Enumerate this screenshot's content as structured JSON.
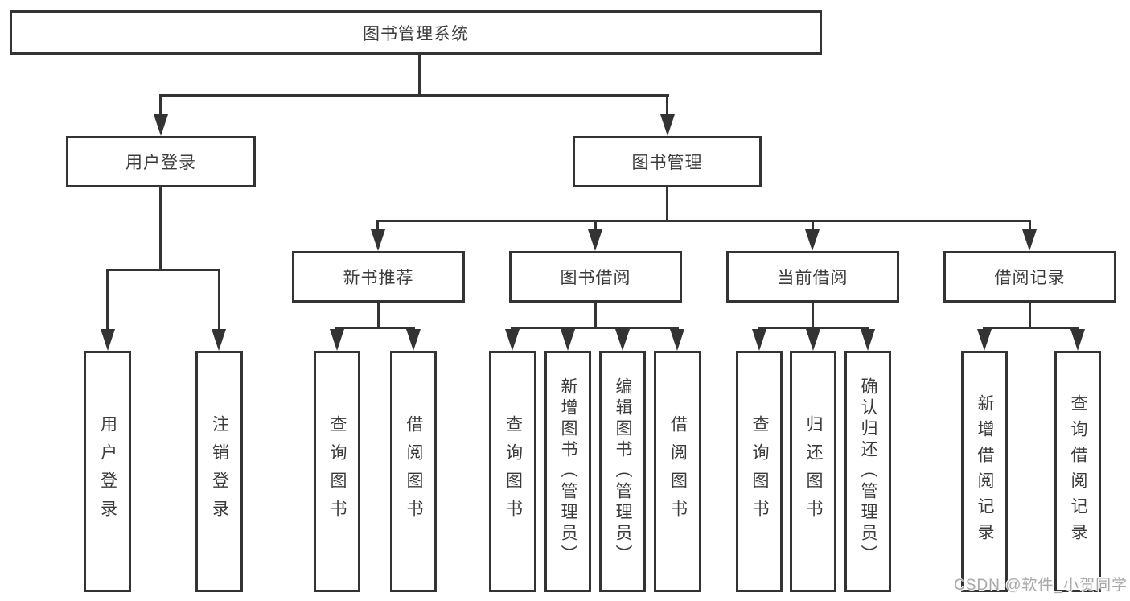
{
  "diagram": {
    "root": {
      "label": "图书管理系统"
    },
    "branches": [
      {
        "label": "用户登录",
        "leaves": [
          {
            "label": "用户登录"
          },
          {
            "label": "注销登录"
          }
        ]
      },
      {
        "label": "图书管理",
        "groups": [
          {
            "label": "新书推荐",
            "leaves": [
              {
                "label": "查询图书"
              },
              {
                "label": "借阅图书"
              }
            ]
          },
          {
            "label": "图书借阅",
            "leaves": [
              {
                "label": "查询图书"
              },
              {
                "label": "新增图书（管理员）"
              },
              {
                "label": "编辑图书（管理员）"
              },
              {
                "label": "借阅图书"
              }
            ]
          },
          {
            "label": "当前借阅",
            "leaves": [
              {
                "label": "查询图书"
              },
              {
                "label": "归还图书"
              },
              {
                "label": "确认归还（管理员）"
              }
            ]
          },
          {
            "label": "借阅记录",
            "leaves": [
              {
                "label": "新增借阅记录"
              },
              {
                "label": "查询借阅记录"
              }
            ]
          }
        ]
      }
    ],
    "watermark": "CSDN @软件_小贺同学",
    "colors": {
      "line": "#333333",
      "box_border": "#333333",
      "text": "#3b3b3b",
      "background": "#ffffff",
      "watermark": "#a9a9a9"
    }
  }
}
